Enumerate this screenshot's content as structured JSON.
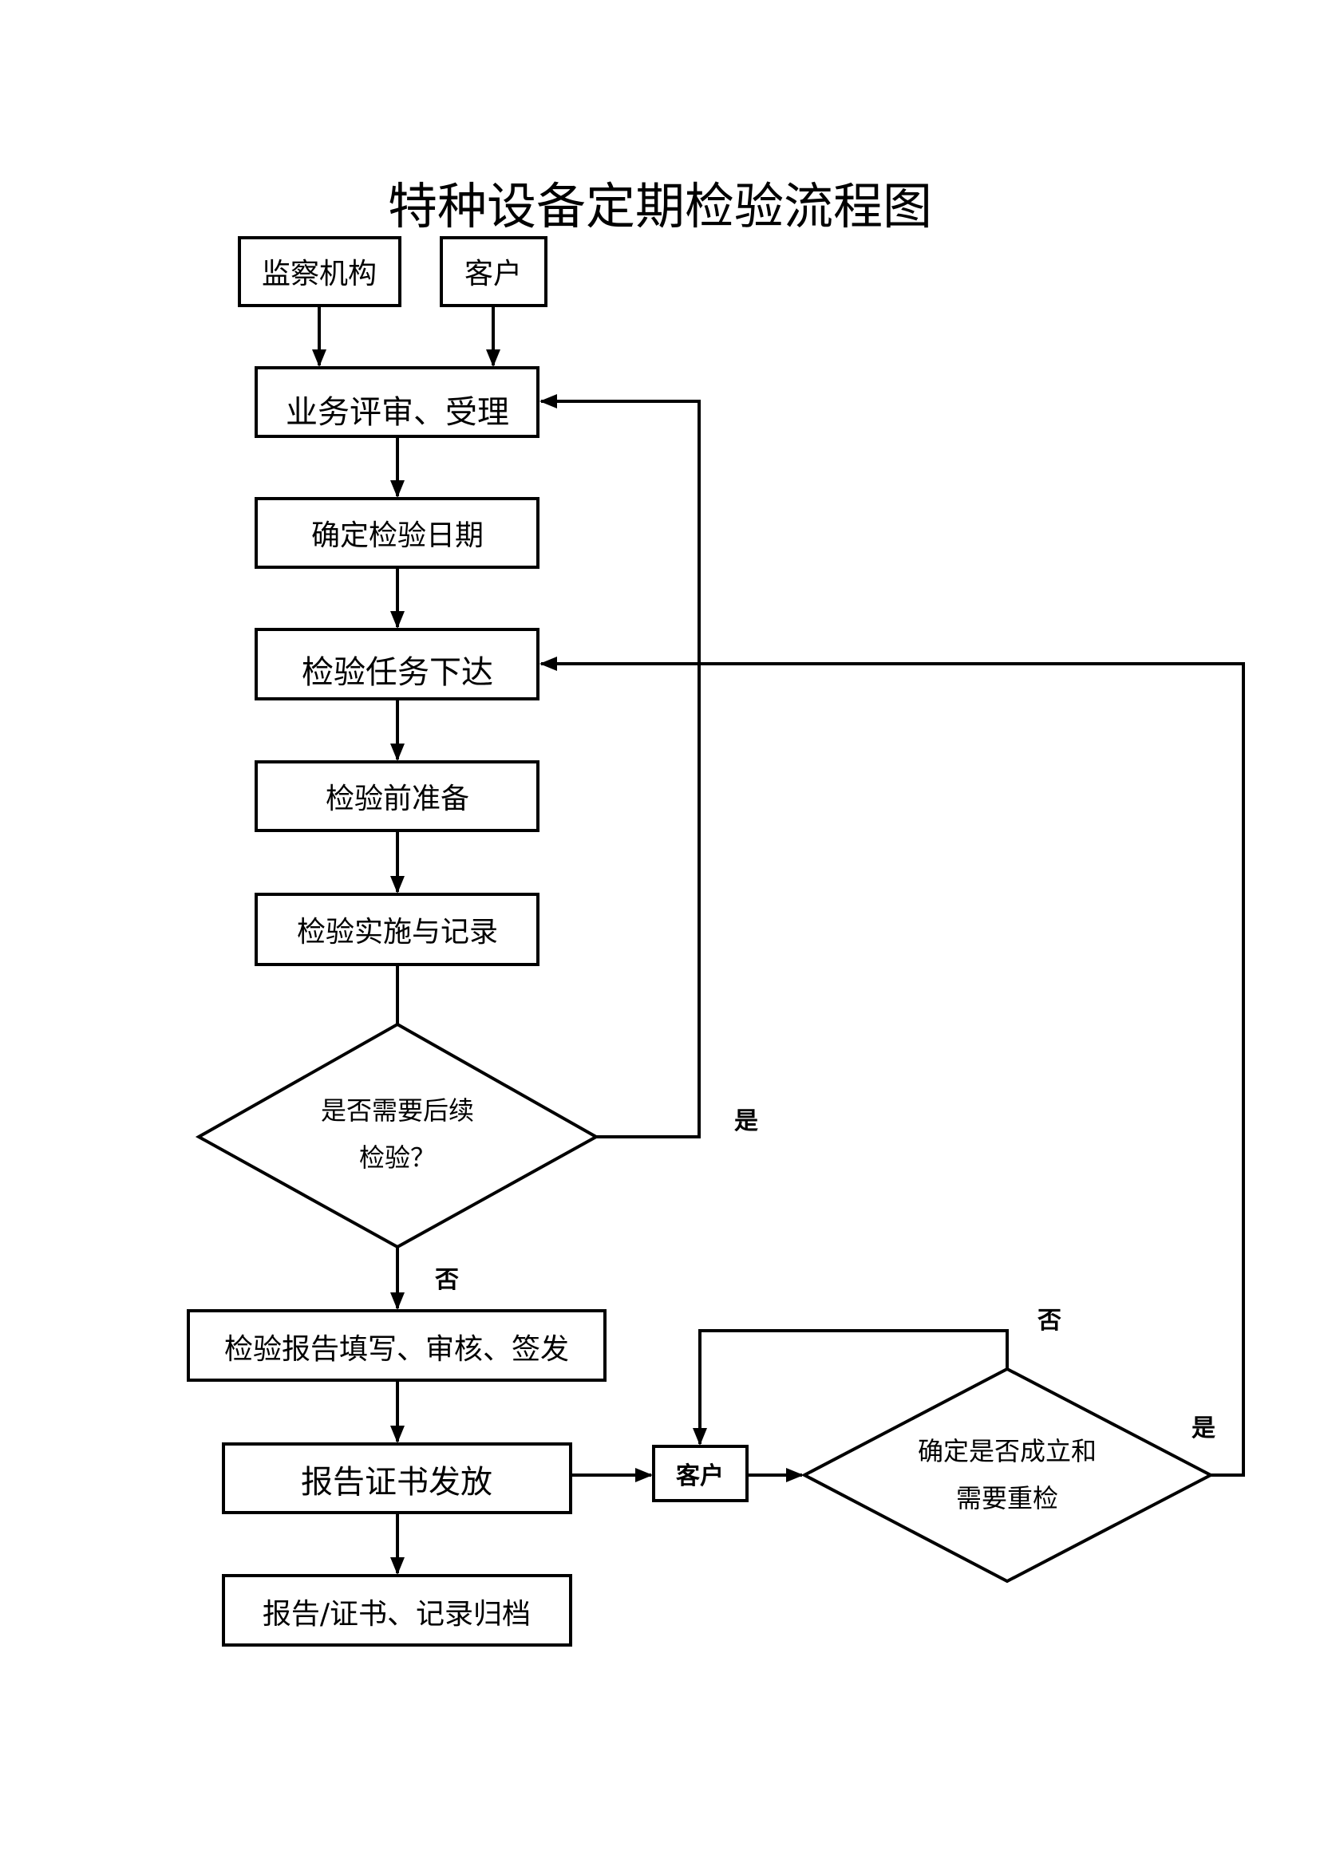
{
  "title": "特种设备定期检验流程图",
  "nodes": {
    "supervisor": "监察机构",
    "customer_top": "客户",
    "review": "业务评审、受理",
    "date": "确定检验日期",
    "task": "检验任务下达",
    "prep": "检验前准备",
    "implement": "检验实施与记录",
    "decision1_line1": "是否需要后续",
    "decision1_line2": "检验？",
    "report": "检验报告填写、审核、签发",
    "issue": "报告证书发放",
    "archive": "报告/证书、记录归档",
    "customer_mid": "客户",
    "decision2_line1": "确定是否成立和",
    "decision2_line2": "需要重检"
  },
  "labels": {
    "d1_yes": "是",
    "d1_no": "否",
    "d2_no": "否",
    "d2_yes": "是"
  },
  "colors": {
    "stroke": "#000000",
    "background": "#ffffff"
  }
}
